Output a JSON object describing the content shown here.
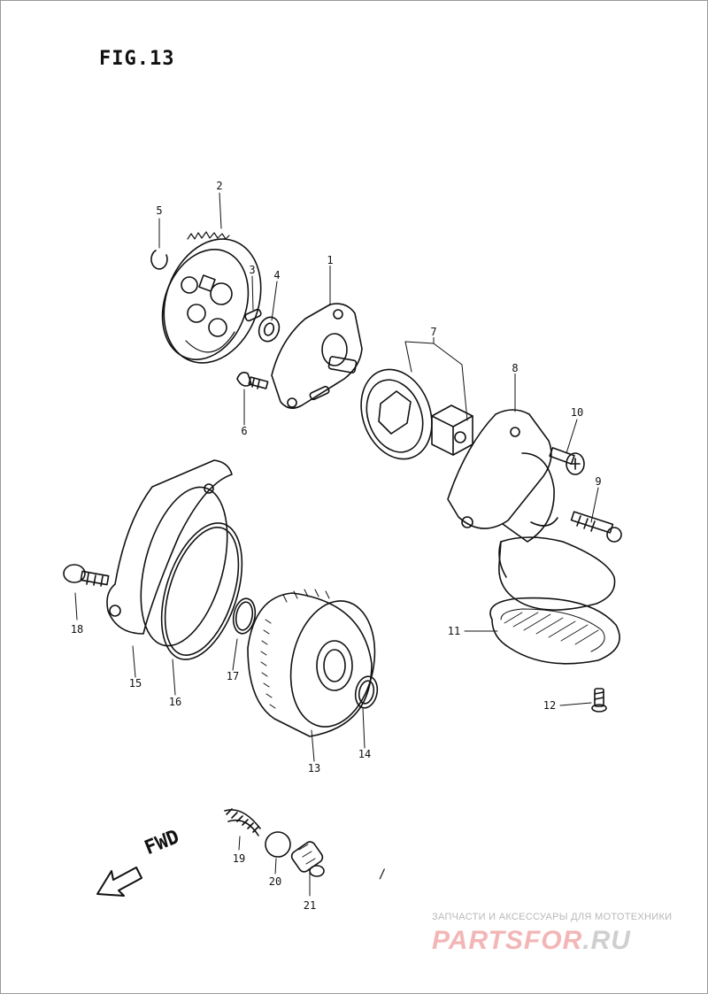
{
  "figure": {
    "title": "FIG.13"
  },
  "parts": [
    {
      "ref": "1"
    },
    {
      "ref": "2"
    },
    {
      "ref": "3"
    },
    {
      "ref": "4"
    },
    {
      "ref": "5"
    },
    {
      "ref": "6"
    },
    {
      "ref": "7"
    },
    {
      "ref": "8"
    },
    {
      "ref": "9"
    },
    {
      "ref": "10"
    },
    {
      "ref": "11"
    },
    {
      "ref": "12"
    },
    {
      "ref": "13"
    },
    {
      "ref": "14"
    },
    {
      "ref": "15"
    },
    {
      "ref": "16"
    },
    {
      "ref": "17"
    },
    {
      "ref": "18"
    },
    {
      "ref": "19"
    },
    {
      "ref": "20"
    },
    {
      "ref": "21"
    }
  ],
  "direction": {
    "label": "FWD"
  },
  "page_mark": "/",
  "watermark": {
    "tagline": "ЗАПЧАСТИ И АКСЕССУАРЫ ДЛЯ МОТОТЕХНИКИ",
    "logo_main": "PARTSFOR",
    "logo_tld": ".RU"
  }
}
